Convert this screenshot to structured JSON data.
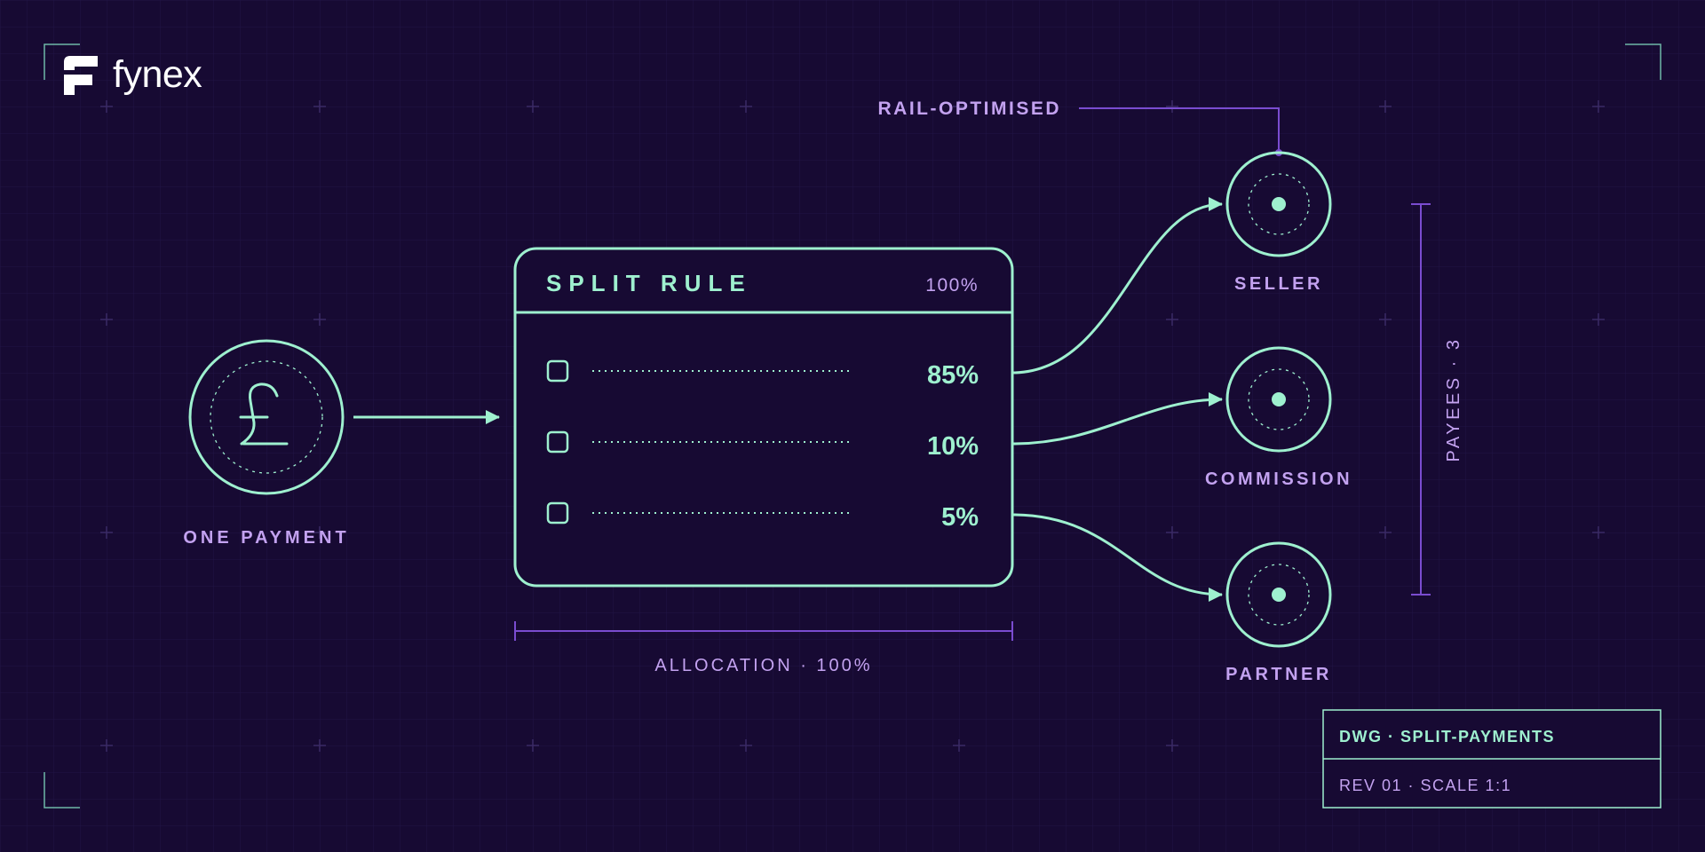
{
  "brand": {
    "name": "fynex"
  },
  "colors": {
    "background": "#170a33",
    "mint": "#9ef0cf",
    "lavender": "#c3a2f0",
    "purple_line": "#7a4cd0",
    "grid": "#221548",
    "white": "#ffffff"
  },
  "source": {
    "label": "ONE PAYMENT",
    "icon": "pound-sterling-icon"
  },
  "split_rule": {
    "title": "SPLIT RULE",
    "total": "100%",
    "rows": [
      {
        "percent": "85%"
      },
      {
        "percent": "10%"
      },
      {
        "percent": "5%"
      }
    ]
  },
  "allocation": {
    "label": "ALLOCATION · 100%"
  },
  "callout": {
    "label": "RAIL-OPTIMISED"
  },
  "payees": {
    "label": "PAYEES · 3",
    "items": [
      {
        "label": "SELLER"
      },
      {
        "label": "COMMISSION"
      },
      {
        "label": "PARTNER"
      }
    ]
  },
  "title_block": {
    "drawing": "DWG · SPLIT-PAYMENTS",
    "revision": "REV 01 · SCALE 1:1"
  }
}
